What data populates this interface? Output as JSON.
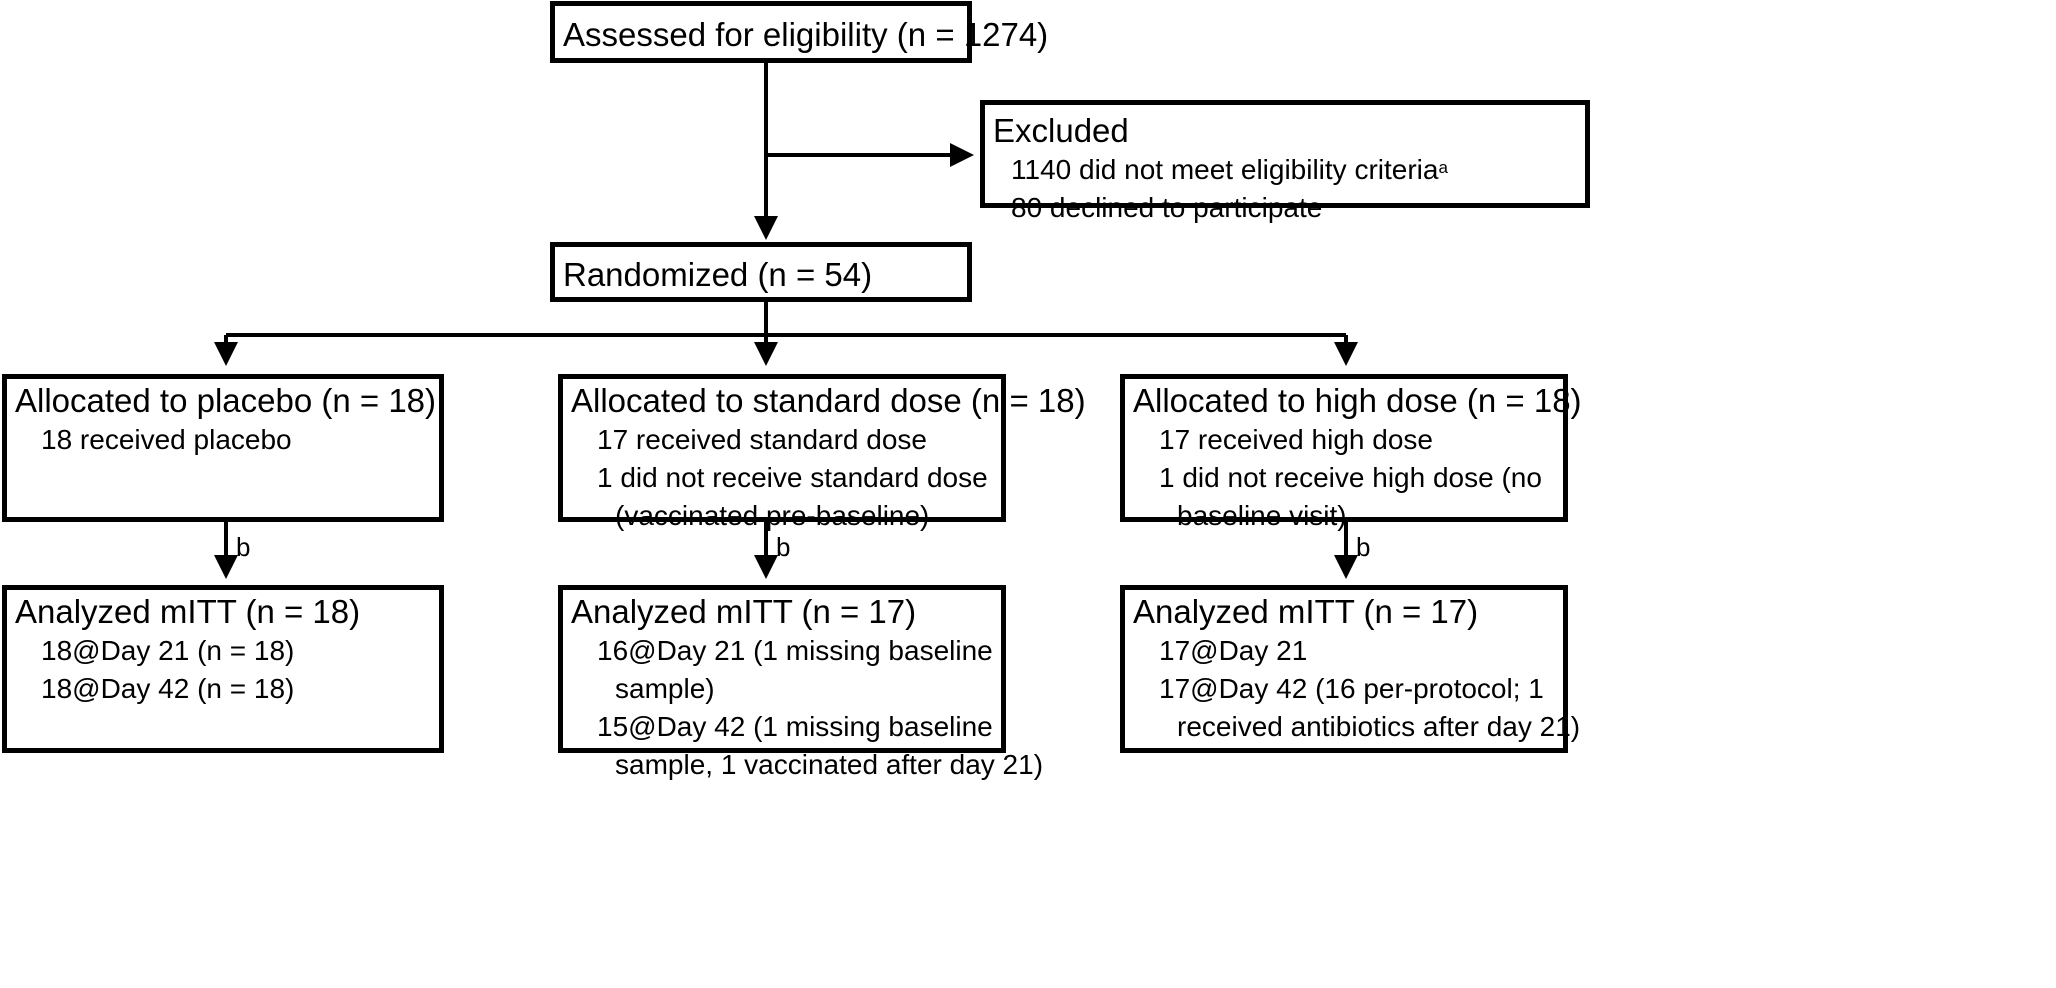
{
  "assessed": {
    "title": "Assessed for eligibility (n = 1274)"
  },
  "excluded": {
    "title": "Excluded",
    "item1": "1140 did not meet eligibility criteria",
    "item1_note": "a",
    "item2": "80 declined to participate"
  },
  "randomized": {
    "title": "Randomized (n = 54)"
  },
  "footnote_marker": "b",
  "allocation": {
    "placebo": {
      "title": "Allocated to placebo (n = 18)",
      "item1": "18 received placebo"
    },
    "standard": {
      "title": "Allocated to standard dose (n = 18)",
      "item1": "17 received standard dose",
      "item2": "1 did not receive standard dose",
      "item2_cont": "(vaccinated pre-baseline)"
    },
    "high": {
      "title": "Allocated to high dose (n = 18)",
      "item1": "17 received high dose",
      "item2": "1 did not receive high dose (no",
      "item2_cont": "baseline visit)"
    }
  },
  "analysis": {
    "placebo": {
      "title": "Analyzed mITT (n = 18)",
      "item1": "18@Day 21 (n = 18)",
      "item2": "18@Day 42 (n = 18)"
    },
    "standard": {
      "title": "Analyzed mITT (n = 17)",
      "item1": "16@Day 21 (1 missing baseline",
      "item1_cont": "sample)",
      "item2": "15@Day 42 (1 missing baseline",
      "item2_cont": "sample, 1 vaccinated after day 21)"
    },
    "high": {
      "title": "Analyzed mITT (n = 17)",
      "item1": "17@Day 21",
      "item2": "17@Day 42 (16 per-protocol; 1",
      "item2_cont": "received antibiotics after day 21)"
    }
  }
}
